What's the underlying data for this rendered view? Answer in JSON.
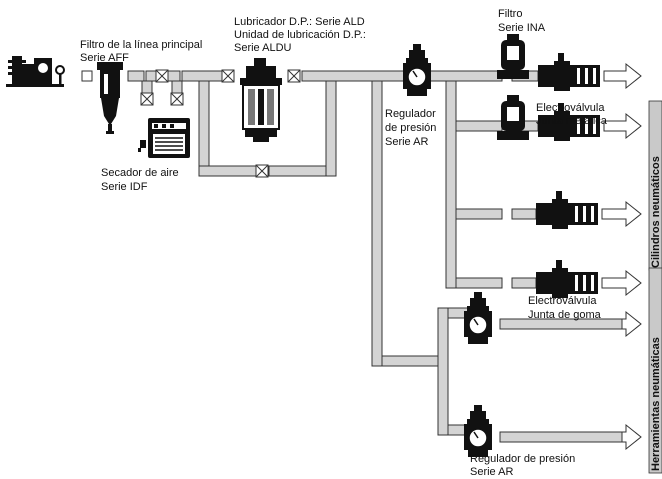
{
  "colors": {
    "pipe_fill": "#d4d4d4",
    "pipe_stroke": "#333333",
    "component": "#111111",
    "tab_fill": "#c9c9c9"
  },
  "labels": {
    "main_filter": [
      "Filtro de la línea principal",
      "Serie AFF"
    ],
    "dryer": [
      "Secador de aire",
      "Serie IDF"
    ],
    "lubricator": [
      "Lubricador D.P.:  Serie ALD",
      "Unidad de lubricación D.P.:",
      "Serie ALDU"
    ],
    "top_regulator": [
      "Regulador",
      "de presión",
      "Serie AR"
    ],
    "inline_filter": [
      "Filtro",
      "Serie INA"
    ],
    "metal_valve": [
      "Electroválvula",
      "Junta metálica"
    ],
    "rubber_valve": [
      "Electroválvula",
      "Junta de goma"
    ],
    "bottom_regulator": [
      "Regulador de presión",
      "Serie AR"
    ]
  },
  "side_tabs": {
    "cylinders": "Cilindros neumáticos",
    "tools": "Herramientas neumáticas"
  },
  "icons": [
    "compressor-icon",
    "filter-icon",
    "dryer-icon",
    "lubricator-icon",
    "regulator-icon",
    "inline-filter-icon",
    "solenoid-valve-icon",
    "manual-valve-icon",
    "flow-arrow-icon"
  ]
}
